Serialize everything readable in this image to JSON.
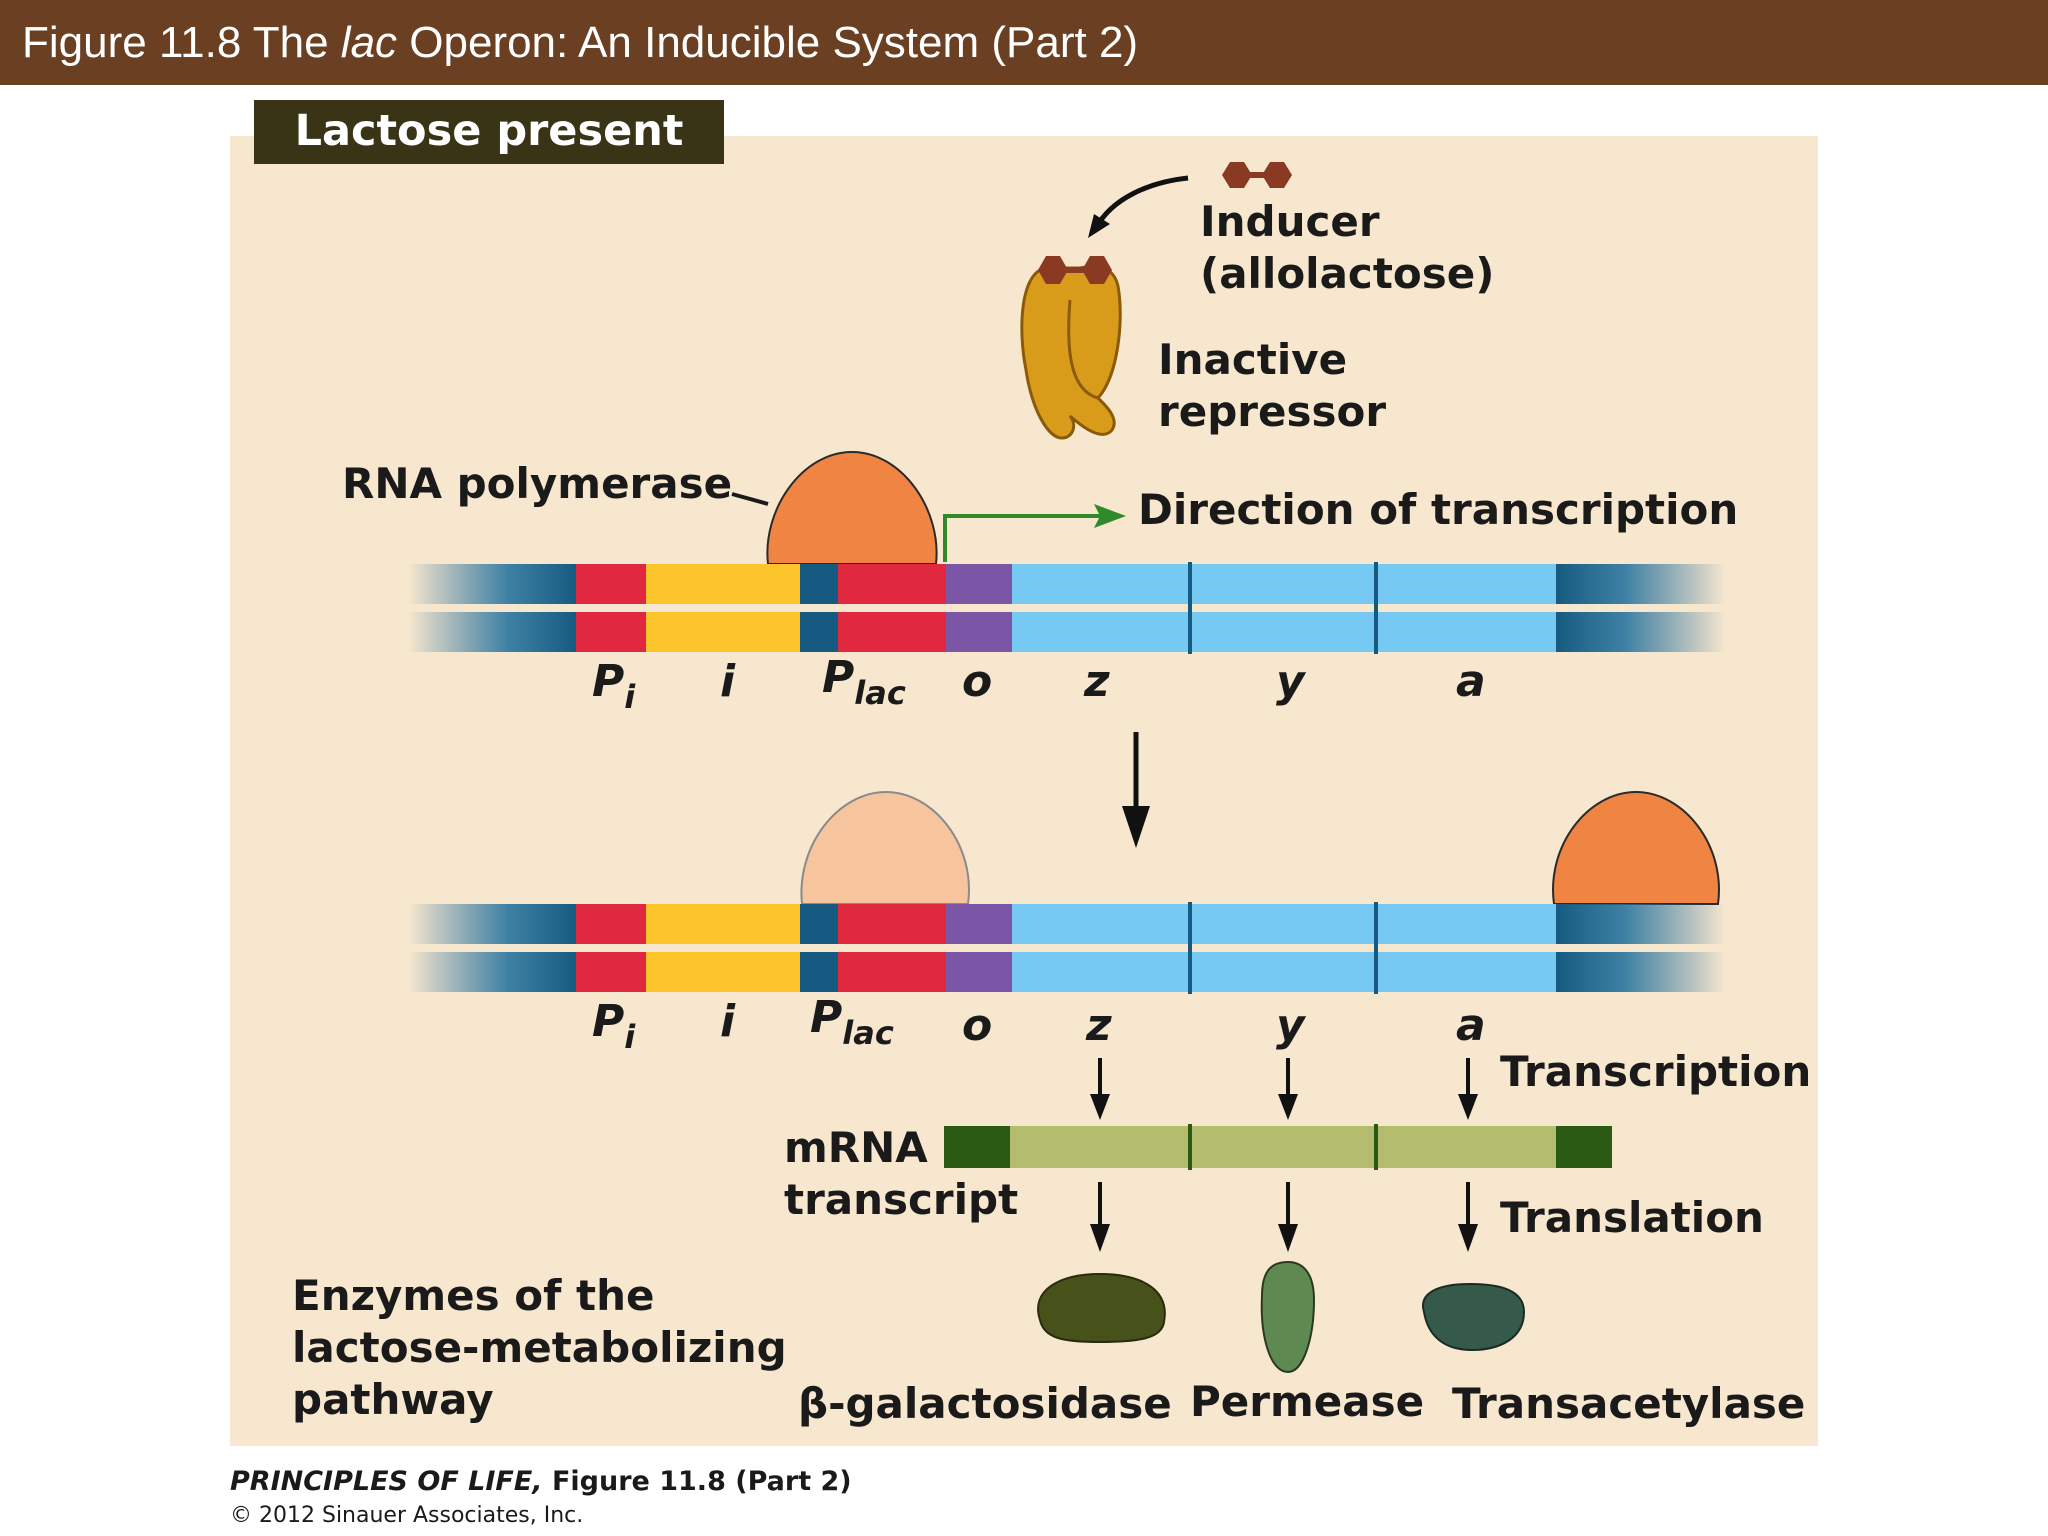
{
  "title": {
    "prefix": "Figure 11.8  The ",
    "italic": "lac",
    "suffix": " Operon: An Inducible System (Part 2)"
  },
  "condition_label": "Lactose present",
  "labels": {
    "inducer_line1": "Inducer",
    "inducer_line2": "(allolactose)",
    "repressor_line1": "Inactive",
    "repressor_line2": "repressor",
    "rna_polymerase": "RNA polymerase",
    "direction": "Direction of transcription",
    "transcription": "Transcription",
    "translation": "Translation",
    "mrna_line1": "mRNA",
    "mrna_line2": "transcript",
    "enzymes_line1": "Enzymes of the",
    "enzymes_line2": "lactose-metabolizing",
    "enzymes_line3": "pathway"
  },
  "genes": {
    "pi_main": "P",
    "pi_sub": "i",
    "i": "i",
    "plac_main": "P",
    "plac_sub": "lac",
    "o": "o",
    "z": "z",
    "y": "y",
    "a": "a"
  },
  "proteins": {
    "z": "β-galactosidase",
    "y": "Permease",
    "a": "Transacetylase"
  },
  "credit": {
    "book": "PRINCIPLES OF LIFE,",
    "figure": " Figure 11.8 (Part 2)",
    "copyright": "© 2012 Sinauer Associates, Inc."
  },
  "colors": {
    "title_bar": "#6b3f22",
    "panel": "#f8e7cf",
    "promoter": "#e0283e",
    "repressor_gene": "#fdc52c",
    "operator": "#7b55a6",
    "structural_genes": "#76c9f2",
    "rna_polymerase": "#f08443",
    "inducer": "#8a3a22",
    "repressor_protein": "#d99c1a",
    "mrna": "#b4bd6e",
    "transcription_arrow": "#2f8a2a"
  }
}
